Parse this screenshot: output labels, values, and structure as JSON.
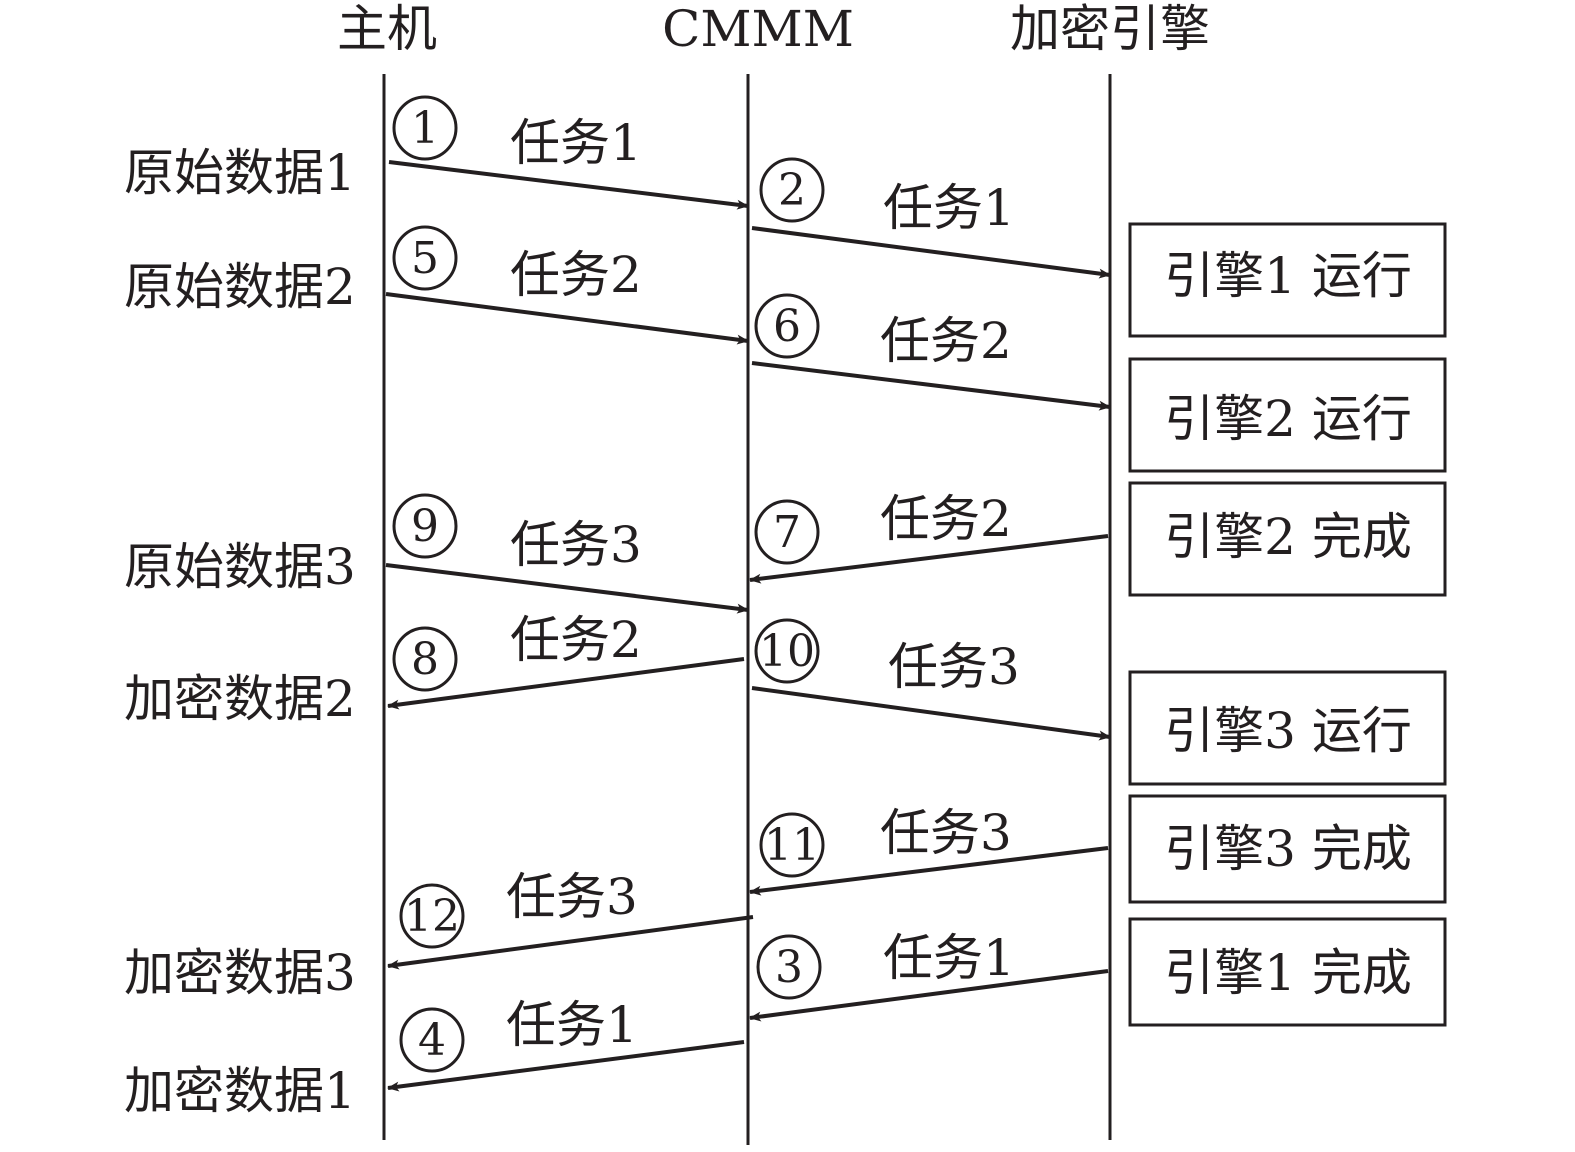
{
  "lanes": [
    {
      "id": "host",
      "label": "主机"
    },
    {
      "id": "cmmm",
      "label": "CMMM"
    },
    {
      "id": "engine",
      "label": "加密引擎"
    }
  ],
  "host_labels": [
    "原始数据1",
    "原始数据2",
    "原始数据3",
    "加密数据2",
    "加密数据3",
    "加密数据1"
  ],
  "messages": [
    {
      "step": "1",
      "label": "任务1",
      "from": "host",
      "to": "cmmm"
    },
    {
      "step": "2",
      "label": "任务1",
      "from": "cmmm",
      "to": "engine"
    },
    {
      "step": "5",
      "label": "任务2",
      "from": "host",
      "to": "cmmm"
    },
    {
      "step": "6",
      "label": "任务2",
      "from": "cmmm",
      "to": "engine"
    },
    {
      "step": "7",
      "label": "任务2",
      "from": "engine",
      "to": "cmmm"
    },
    {
      "step": "9",
      "label": "任务3",
      "from": "host",
      "to": "cmmm"
    },
    {
      "step": "8",
      "label": "任务2",
      "from": "cmmm",
      "to": "host"
    },
    {
      "step": "10",
      "label": "任务3",
      "from": "cmmm",
      "to": "engine"
    },
    {
      "step": "11",
      "label": "任务3",
      "from": "engine",
      "to": "cmmm"
    },
    {
      "step": "12",
      "label": "任务3",
      "from": "cmmm",
      "to": "host"
    },
    {
      "step": "3",
      "label": "任务1",
      "from": "engine",
      "to": "cmmm"
    },
    {
      "step": "4",
      "label": "任务1",
      "from": "cmmm",
      "to": "host"
    }
  ],
  "engine_status": [
    "引擎1 运行",
    "引擎2 运行",
    "引擎2 完成",
    "引擎3 运行",
    "引擎3 完成",
    "引擎1 完成"
  ],
  "colors": {
    "line": "#231f20",
    "background": "#ffffff"
  }
}
